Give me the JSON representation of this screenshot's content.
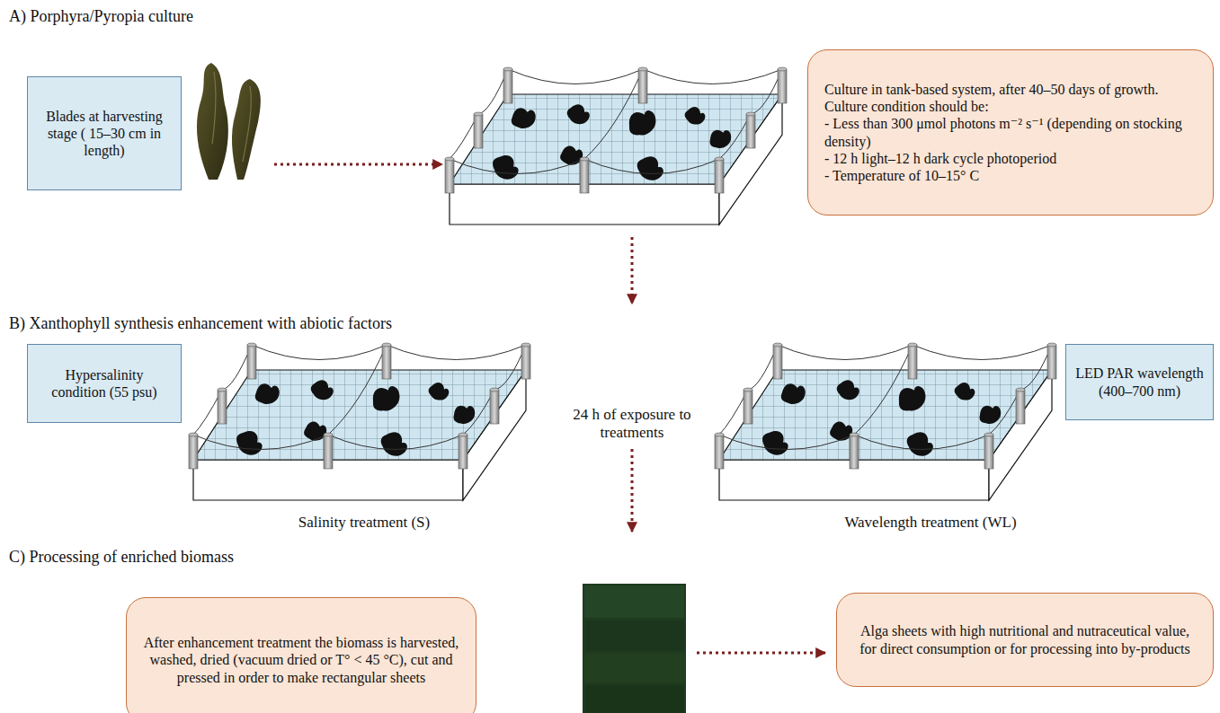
{
  "diagram": {
    "nodes": [
      {
        "text": [
          "Blades at harvesting stage ( 15–30 cm in length)"
        ]
      },
      {
        "text": [
          "Culture in tank-based system, after 40–50 days of growth. Culture condition should be:",
          "- Less than 300 μmol photons m⁻² s⁻¹ (depending on stocking density)",
          "- 12 h light–12 h dark cycle photoperiod",
          "- Temperature of 10–15° C"
        ]
      },
      {
        "text": [
          "Hypersalinity condition (55 psu)"
        ]
      },
      {
        "text": [
          "LED PAR wavelength (400–700 nm)"
        ]
      },
      {
        "text": [
          "After enhancement treatment the biomass is harvested, washed, dried (vacuum dried or T° < 45 °C), cut and pressed in order to make rectangular sheets"
        ]
      },
      {
        "text": [
          "Alga sheets with high nutritional and nutraceutical value, for direct consumption or for processing into by-products"
        ]
      }
    ],
    "labels": [
      "A) Porphyra/Pyropia culture",
      "B) Xanthophyll synthesis enhancement with abiotic factors",
      "24 h of exposure to treatments",
      "Salinity treatment (S)",
      "Wavelength treatment (WL)",
      "C) Processing of enriched biomass"
    ]
  }
}
